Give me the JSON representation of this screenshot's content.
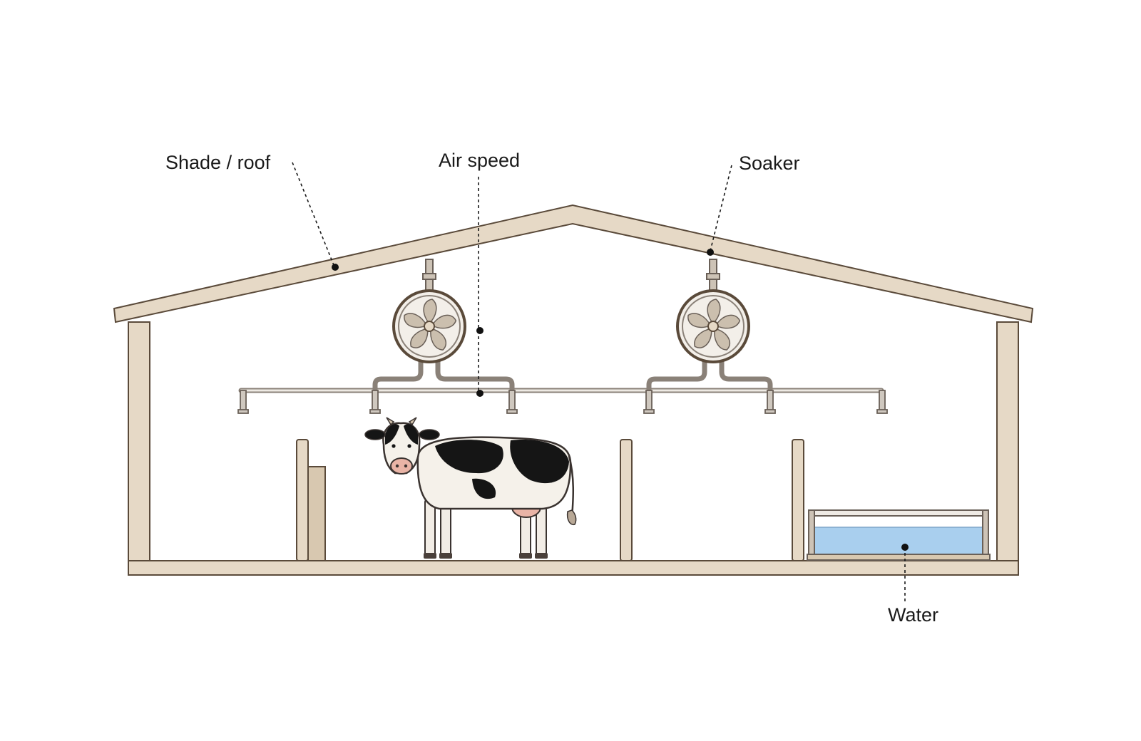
{
  "labels": {
    "shade_roof": "Shade / roof",
    "air_speed": "Air speed",
    "soaker": "Soaker",
    "water": "Water"
  },
  "icons": {
    "roof": "roof-icon",
    "fan": "fan-icon",
    "soaker_pipe": "soaker-pipe-icon",
    "cow": "cow-icon",
    "trough": "water-trough-icon"
  },
  "colors": {
    "wood": "#e6d9c6",
    "outline": "#5a4a3a",
    "water": "#a9cfee",
    "pipe": "#8a8178",
    "text": "#1a1a1a"
  }
}
